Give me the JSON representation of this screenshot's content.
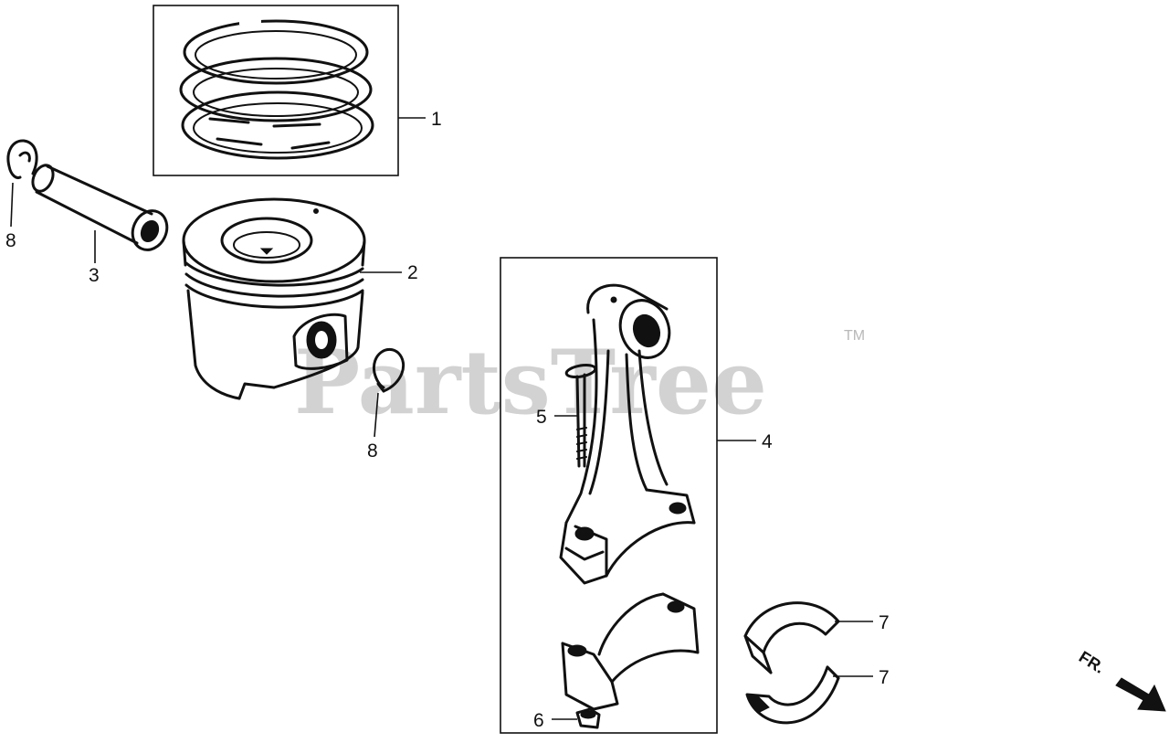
{
  "watermark": {
    "text": "PartsTree",
    "trademark": "TM"
  },
  "direction_indicator": {
    "label": "FR."
  },
  "callouts": {
    "piston_ring_set": "1",
    "piston": "2",
    "piston_pin": "3",
    "connecting_rod": "4",
    "rod_bolt": "5",
    "rod_nut": "6",
    "bearing_upper": "7",
    "bearing_lower": "7",
    "pin_clip_left": "8",
    "pin_clip_right": "8"
  }
}
